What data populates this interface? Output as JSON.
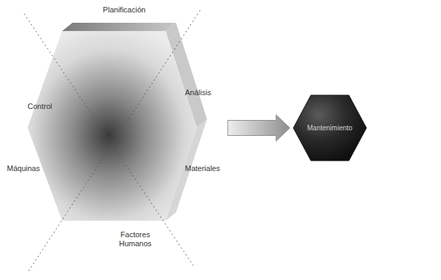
{
  "diagram": {
    "nodes": [
      {
        "text": [
          "Planificación",
          "Análisis",
          "Materiales",
          "Factores Humanos",
          "Máquinas",
          "Control"
        ]
      },
      {
        "text": [
          "Mantenimiento"
        ]
      }
    ],
    "edges": [
      {
        "from": 0,
        "to": 1,
        "arrow": "to"
      }
    ]
  }
}
